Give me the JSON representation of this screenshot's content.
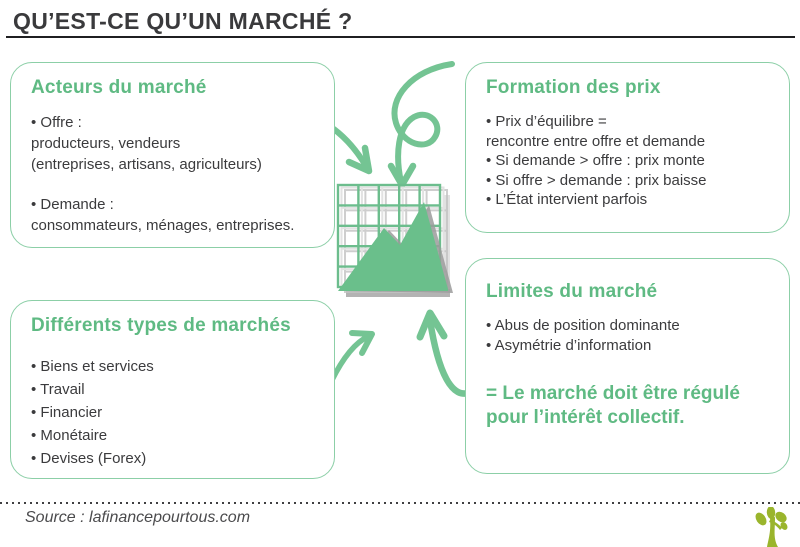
{
  "title": "QU’EST-CE QU’UN MARCHÉ ?",
  "boxes": {
    "actors": {
      "heading": "Acteurs du marché",
      "para1": [
        "• Offre :",
        "producteurs, vendeurs",
        "(entreprises, artisans, agriculteurs)"
      ],
      "para2": [
        "• Demande :",
        "consommateurs, ménages, entreprises."
      ]
    },
    "prices": {
      "heading": "Formation des prix",
      "lines": [
        "• Prix d’équilibre =",
        "rencontre entre offre et demande",
        "• Si demande > offre : prix monte",
        "• Si offre > demande : prix baisse",
        "• L’État intervient parfois"
      ]
    },
    "types": {
      "heading": "Différents types de marchés",
      "lines": [
        "• Biens et services",
        "• Travail",
        "• Financier",
        "• Monétaire",
        "• Devises (Forex)"
      ]
    },
    "limits": {
      "heading": "Limites du marché",
      "lines": [
        "• Abus de position dominante",
        "• Asymétrie d’information"
      ],
      "statement": [
        "= Le marché doit être régulé",
        "pour l’intérêt collectif."
      ]
    }
  },
  "center_icon": "market-area-chart-icon",
  "footer": {
    "source": "Source : lafinancepourtous.com",
    "logo": "tree-logo"
  },
  "colors": {
    "heading_green": "#5fba83",
    "border_green": "#8ccfa7",
    "arrow_green": "#74c493",
    "chart_fill": "#6abf8b",
    "text_dark": "#3b3b3d",
    "title_dark": "#3a3a3c",
    "logo_green": "#9ab52c"
  }
}
